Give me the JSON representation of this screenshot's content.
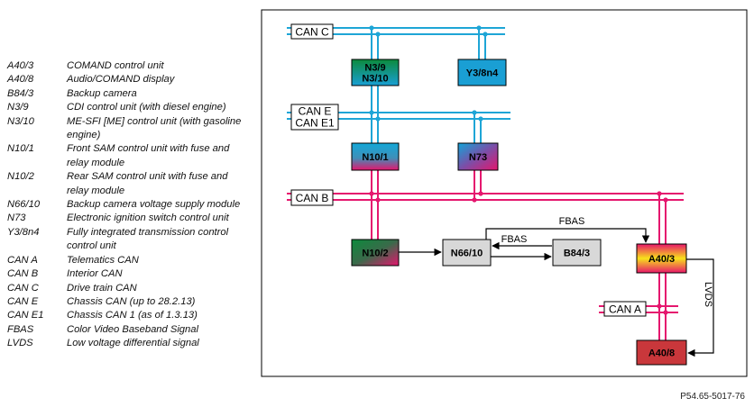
{
  "legend": [
    {
      "abbr": "A40/3",
      "desc": "COMAND control unit"
    },
    {
      "abbr": "A40/8",
      "desc": "Audio/COMAND display"
    },
    {
      "abbr": "B84/3",
      "desc": "Backup camera"
    },
    {
      "abbr": "N3/9",
      "desc": "CDI control unit (with diesel engine)"
    },
    {
      "abbr": "N3/10",
      "desc": "ME-SFI [ME] control unit (with gasoline engine)"
    },
    {
      "abbr": "N10/1",
      "desc": "Front SAM control unit with fuse and relay module"
    },
    {
      "abbr": "N10/2",
      "desc": "Rear SAM control unit with fuse and relay module"
    },
    {
      "abbr": "N66/10",
      "desc": "Backup camera voltage supply module"
    },
    {
      "abbr": "N73",
      "desc": "Electronic ignition switch control unit"
    },
    {
      "abbr": "Y3/8n4",
      "desc": "Fully integrated transmission control control unit"
    },
    {
      "abbr": "CAN A",
      "desc": "Telematics CAN"
    },
    {
      "abbr": "CAN B",
      "desc": "Interior CAN"
    },
    {
      "abbr": "CAN C",
      "desc": "Drive train CAN"
    },
    {
      "abbr": "CAN E",
      "desc": "Chassis CAN (up to 28.2.13)"
    },
    {
      "abbr": "CAN E1",
      "desc": "Chassis CAN 1 (as of 1.3.13)"
    },
    {
      "abbr": "FBAS",
      "desc": "Color Video Baseband Signal"
    },
    {
      "abbr": "LVDS",
      "desc": "Low voltage differential signal"
    }
  ],
  "diagram": {
    "bus_can_c": "CAN C",
    "bus_can_e": "CAN E",
    "bus_can_e1": "CAN E1",
    "bus_can_b": "CAN B",
    "bus_can_a": "CAN A",
    "box_n3_9": "N3/9",
    "box_n3_10": "N3/10",
    "box_y3": "Y3/8n4",
    "box_n10_1": "N10/1",
    "box_n73": "N73",
    "box_n10_2": "N10/2",
    "box_n66": "N66/10",
    "box_b84": "B84/3",
    "box_a40_3": "A40/3",
    "box_a40_8": "A40/8",
    "sig_fbas_top": "FBAS",
    "sig_fbas_inner": "FBAS",
    "sig_lvds": "LVDS"
  },
  "colors": {
    "can_c_e": "#1ea5d6",
    "can_b_a": "#e5176e",
    "frame": "#000000"
  },
  "footer": "P54.65-5017-76"
}
